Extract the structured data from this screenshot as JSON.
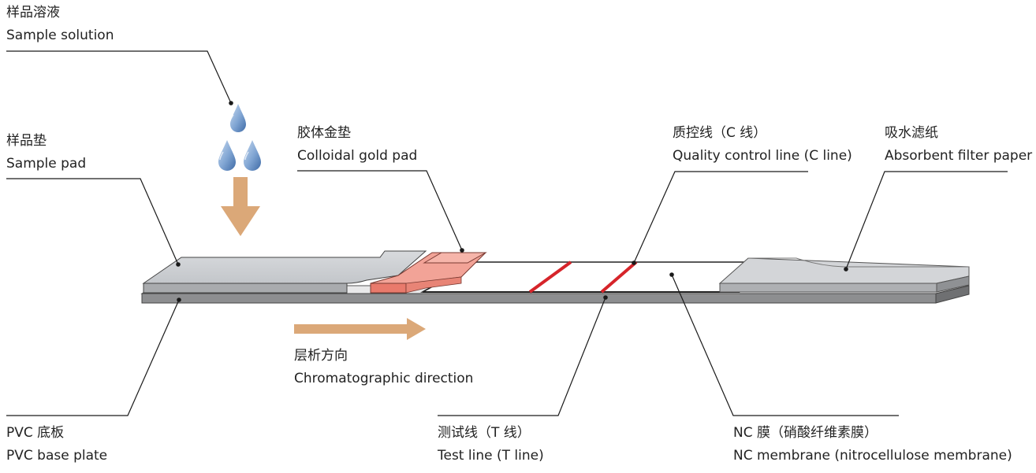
{
  "labels": {
    "sample_solution": {
      "zh": "样品溶液",
      "en": "Sample solution"
    },
    "sample_pad": {
      "zh": "样品垫",
      "en": "Sample pad"
    },
    "gold_pad": {
      "zh": "胶体金垫",
      "en": "Colloidal gold pad"
    },
    "c_line": {
      "zh": "质控线（C 线）",
      "en": "Quality control line (C line)"
    },
    "absorbent": {
      "zh": "吸水滤纸",
      "en": "Absorbent filter paper"
    },
    "direction": {
      "zh": "层析方向",
      "en": "Chromatographic direction"
    },
    "pvc": {
      "zh": "PVC 底板",
      "en": "PVC base plate"
    },
    "t_line": {
      "zh": "测试线（T 线）",
      "en": "Test line (T line)"
    },
    "nc": {
      "zh": "NC 膜（硝酸纤维素膜）",
      "en": "NC membrane (nitrocellulose membrane)"
    }
  },
  "colors": {
    "leader": "#1a1a1a",
    "arrow": "#dba878",
    "gold_pad": "#ee8a7c",
    "test_lines": "#d6242a",
    "sample_pad": "#c9cbcf",
    "pvc": "#8d8e90",
    "drop": "#5a86bd"
  },
  "icons": [
    "droplet-icon",
    "down-arrow-icon",
    "right-arrow-icon"
  ]
}
